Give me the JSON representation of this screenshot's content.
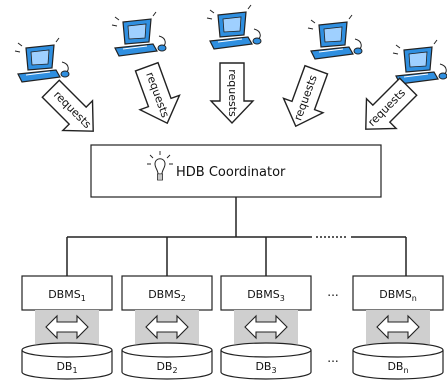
{
  "requests": [
    {
      "label": "requests"
    },
    {
      "label": "requests"
    },
    {
      "label": "requests"
    },
    {
      "label": "requests"
    },
    {
      "label": "requests"
    }
  ],
  "coordinator": {
    "label": "HDB Coordinator"
  },
  "dbms": [
    {
      "name": "DBMS",
      "sub": "1",
      "db": "DB",
      "db_sub": "1"
    },
    {
      "name": "DBMS",
      "sub": "2",
      "db": "DB",
      "db_sub": "2"
    },
    {
      "name": "DBMS",
      "sub": "3",
      "db": "DB",
      "db_sub": "3"
    },
    {
      "name": "DBMS",
      "sub": "n",
      "db": "DB",
      "db_sub": "n"
    }
  ],
  "ellipsis": "...",
  "colors": {
    "client": "#2f8fe0",
    "connector": "#cfcfcf"
  }
}
